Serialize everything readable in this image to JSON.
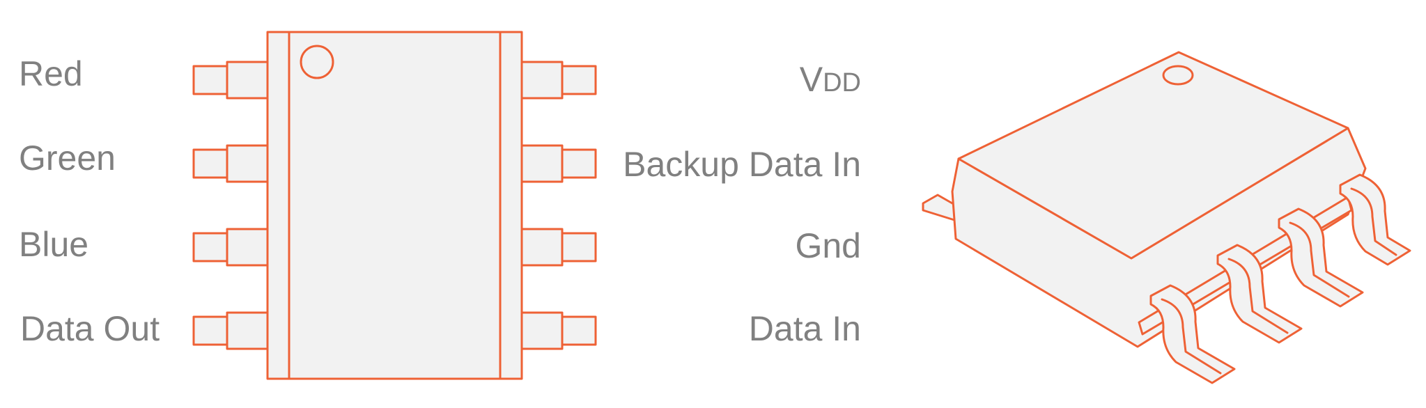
{
  "diagram": {
    "left_pins": {
      "pin1": "Red",
      "pin2": "Green",
      "pin3": "Blue",
      "pin4": "Data Out"
    },
    "right_pins": {
      "pin8_main": "V",
      "pin8_sub": "DD",
      "pin7": "Backup Data In",
      "pin6": "Gnd",
      "pin5": "Data In"
    }
  },
  "colors": {
    "outline": "#ee6135",
    "body_fill": "#f2f2f2",
    "label_text": "#808080"
  }
}
